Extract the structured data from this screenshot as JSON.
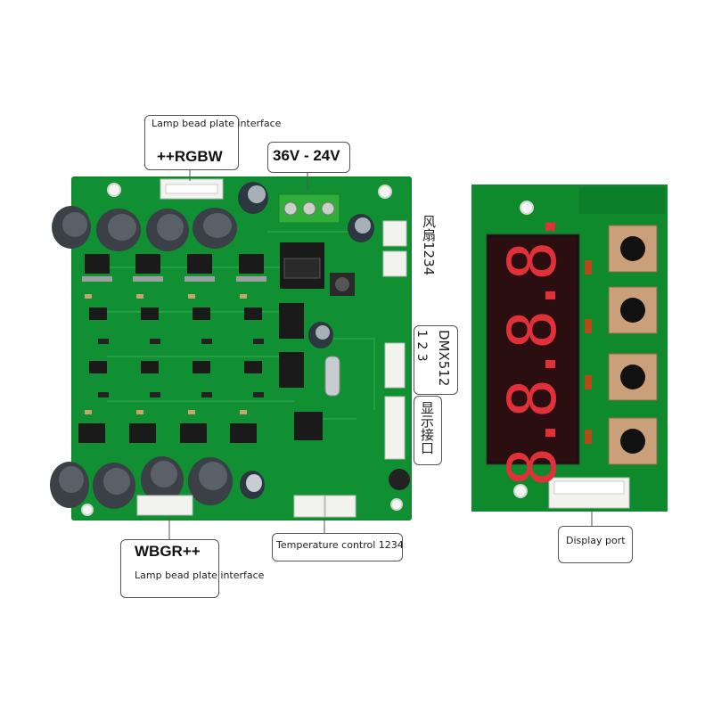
{
  "labels": {
    "top_interface": "Lamp bead plate interface",
    "rgbw": "++RGBW",
    "voltage": "36V - 24V",
    "fan": "风扇1234",
    "dmx_numbers": "1 2 3",
    "dmx": "DMX512",
    "display_interface_cn": "显示接口",
    "wbgr": "WBGR++",
    "bottom_interface": "Lamp bead plate interface",
    "temperature": "Temperature control 1234",
    "display_port": "Display port"
  },
  "display": {
    "digits": "8.8.8.8."
  },
  "colors": {
    "pcb_green": "#0e8a2c",
    "pcb_dark": "#0a6a22",
    "terminal_green": "#2fae3a",
    "led_red": "#d8202a",
    "capacitor": "#3a4046"
  }
}
